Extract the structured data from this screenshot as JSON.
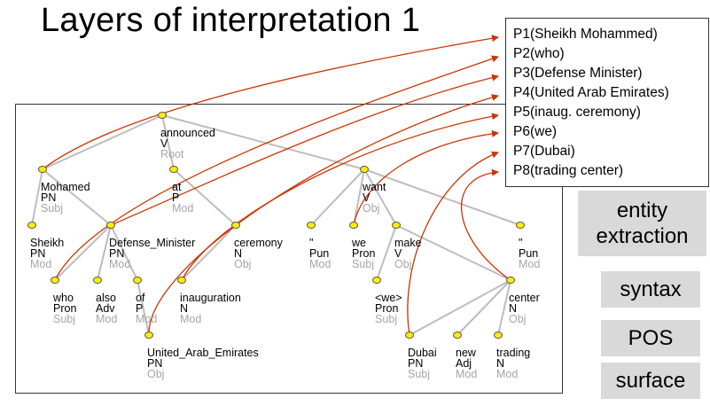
{
  "title": "Layers of interpretation 1",
  "propositions": [
    "P1(Sheikh Mohammed)",
    "P2(who)",
    "P3(Defense Minister)",
    "P4(United Arab Emirates)",
    "P5(inaug. ceremony)",
    "P6(we)",
    "P7(Dubai)",
    "P8(trading center)"
  ],
  "layers": [
    "entity extraction",
    "syntax",
    "POS",
    "surface"
  ],
  "tree_nodes": [
    {
      "id": "announced",
      "word": "announced",
      "pos": "V",
      "rel": "Root"
    },
    {
      "id": "mohamed",
      "word": "Mohamed",
      "pos": "PN",
      "rel": "Subj"
    },
    {
      "id": "at",
      "word": "at",
      "pos": "P",
      "rel": "Mod"
    },
    {
      "id": "want",
      "word": "want",
      "pos": "V",
      "rel": "Obj"
    },
    {
      "id": "sheikh",
      "word": "Sheikh",
      "pos": "PN",
      "rel": "Mod"
    },
    {
      "id": "defmin",
      "word": "Defense_Minister",
      "pos": "PN",
      "rel": "Mod"
    },
    {
      "id": "ceremony",
      "word": "ceremony",
      "pos": "N",
      "rel": "Obj"
    },
    {
      "id": "q1",
      "word": "\"",
      "pos": "Pun",
      "rel": "Mod"
    },
    {
      "id": "we",
      "word": "we",
      "pos": "Pron",
      "rel": "Subj"
    },
    {
      "id": "make",
      "word": "make",
      "pos": "V",
      "rel": "Obj"
    },
    {
      "id": "q2",
      "word": "\"",
      "pos": "Pun",
      "rel": "Mod"
    },
    {
      "id": "who",
      "word": "who",
      "pos": "Pron",
      "rel": "Subj"
    },
    {
      "id": "also",
      "word": "also",
      "pos": "Adv",
      "rel": "Mod"
    },
    {
      "id": "of",
      "word": "of",
      "pos": "P",
      "rel": "Mod"
    },
    {
      "id": "inauguration",
      "word": "inauguration",
      "pos": "N",
      "rel": "Mod"
    },
    {
      "id": "we2",
      "word": "<we>",
      "pos": "Pron",
      "rel": "Subj"
    },
    {
      "id": "center",
      "word": "center",
      "pos": "N",
      "rel": "Obj"
    },
    {
      "id": "uae",
      "word": "United_Arab_Emirates",
      "pos": "PN",
      "rel": "Obj"
    },
    {
      "id": "dubai",
      "word": "Dubai",
      "pos": "PN",
      "rel": "Subj"
    },
    {
      "id": "new",
      "word": "new",
      "pos": "Adj",
      "rel": "Mod"
    },
    {
      "id": "trading",
      "word": "trading",
      "pos": "N",
      "rel": "Mod"
    }
  ]
}
